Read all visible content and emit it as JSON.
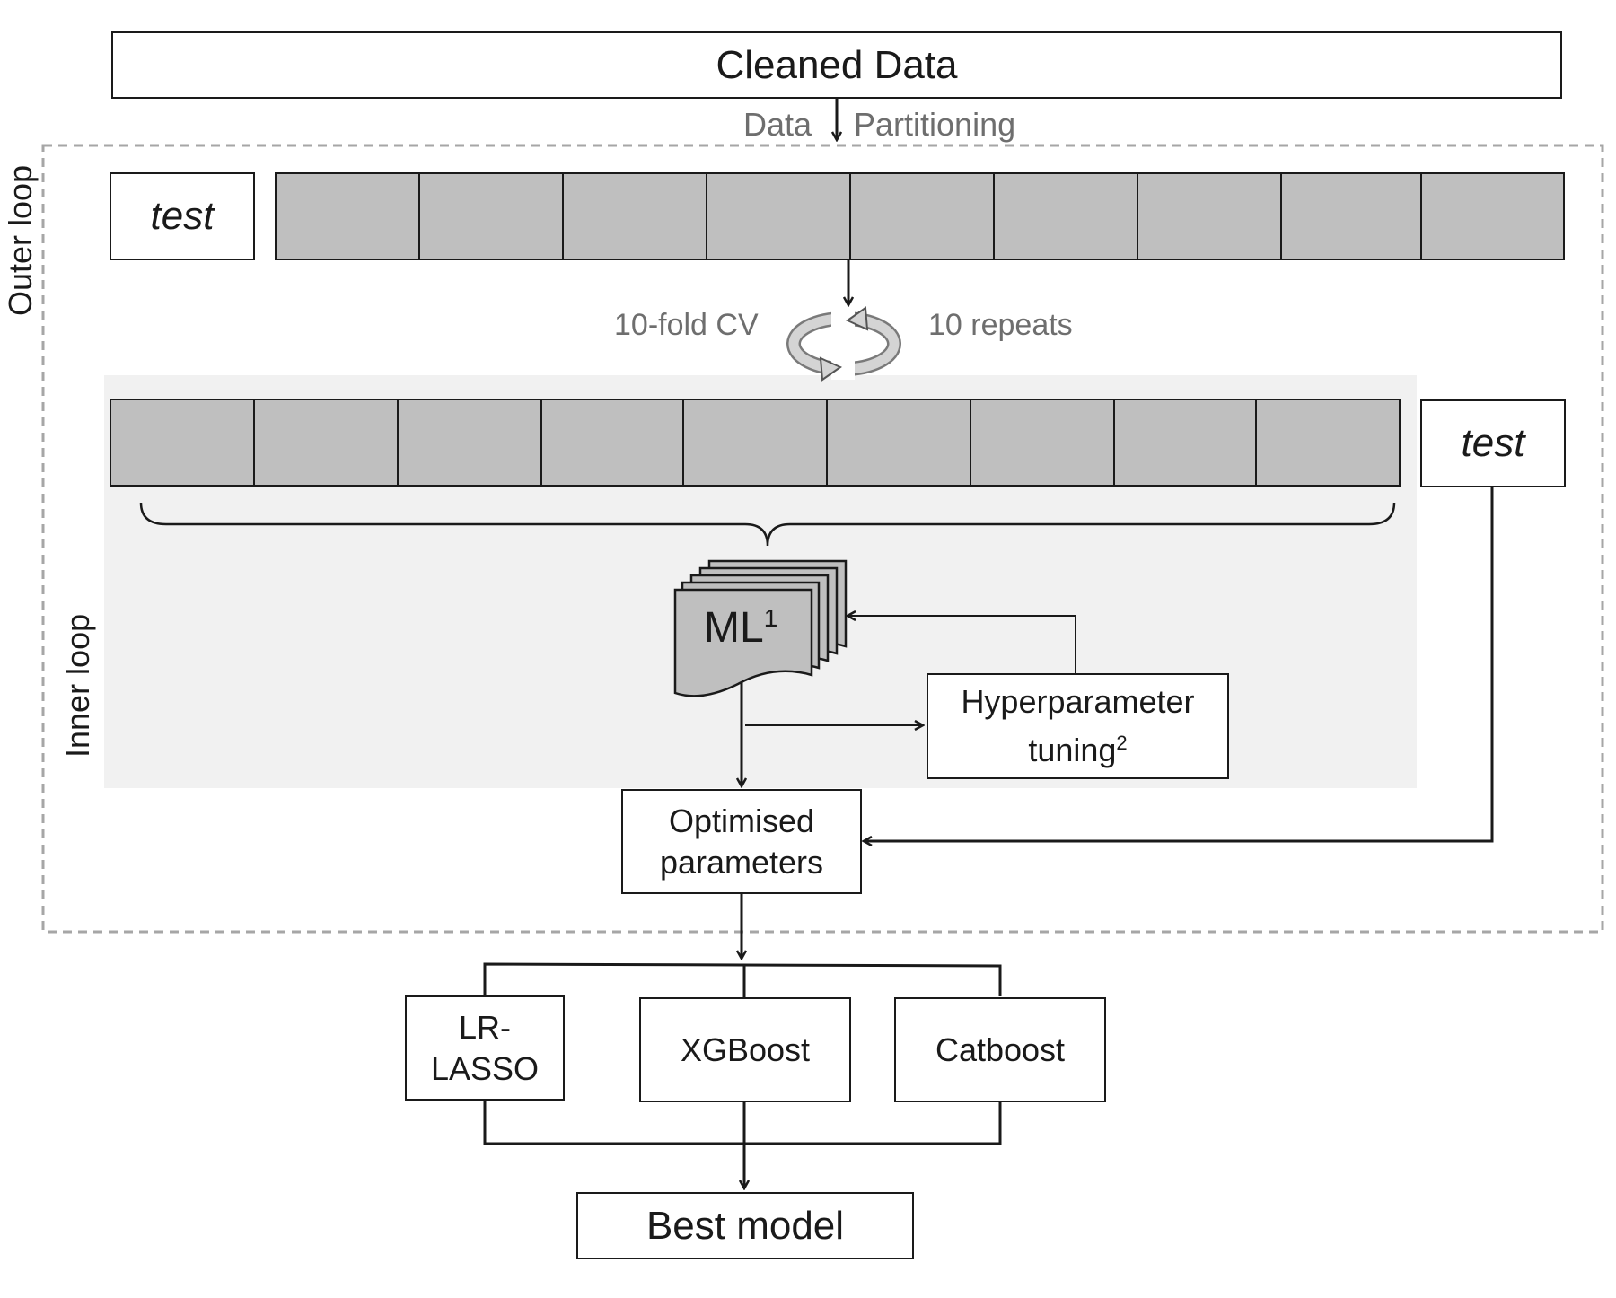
{
  "cleaned_data": "Cleaned Data",
  "partition_left": "Data",
  "partition_right": "Partitioning",
  "outer_loop": "Outer loop",
  "inner_loop": "Inner loop",
  "test_outer": "test",
  "test_inner": "test",
  "cv_label": "10-fold CV",
  "repeats_label": "10 repeats",
  "ml_label": "ML",
  "ml_sup": "1",
  "hyper_line1": "Hyperparameter",
  "hyper_line2": "tuning",
  "hyper_sup": "2",
  "optimised_line1": "Optimised",
  "optimised_line2": "parameters",
  "model_lr_line1": "LR-",
  "model_lr_line2": "LASSO",
  "model_xgb": "XGBoost",
  "model_cat": "Catboost",
  "best_model": "Best model",
  "colors": {
    "fold_fill": "#bfbfbf",
    "inner_bg": "#f1f1f1",
    "dashed_border": "#a6a6a6",
    "gray_text": "#6e6e6e"
  }
}
